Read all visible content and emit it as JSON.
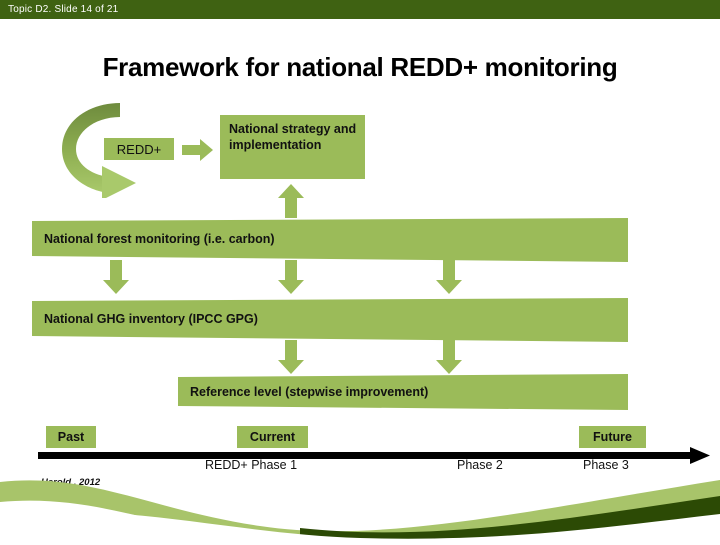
{
  "header": {
    "breadcrumb": "Topic D2. Slide 14 of 21",
    "bar_color": "#3F6212"
  },
  "title": "Framework for national REDD+ monitoring",
  "theme": {
    "green": "#9BBB59",
    "dark_green": "#2C4A05",
    "light_green": "#A8C46A"
  },
  "diagram": {
    "redd_box": "REDD+",
    "strategy_box": "National strategy and implementation",
    "bars": [
      {
        "label": "National forest monitoring (i.e. carbon)"
      },
      {
        "label": "National GHG inventory (IPCC GPG)"
      },
      {
        "label": "Reference level (stepwise improvement)"
      }
    ],
    "icons": {
      "loop": "curved-loop-arrow-icon",
      "right": "right-arrow-icon",
      "up": "up-arrow-icon",
      "down": "down-arrow-icon"
    }
  },
  "timeline": {
    "tags": [
      "Past",
      "Current",
      "Future"
    ],
    "phases": [
      "REDD+ Phase 1",
      "Phase 2",
      "Phase 3"
    ]
  },
  "citation": "Herold , 2012"
}
